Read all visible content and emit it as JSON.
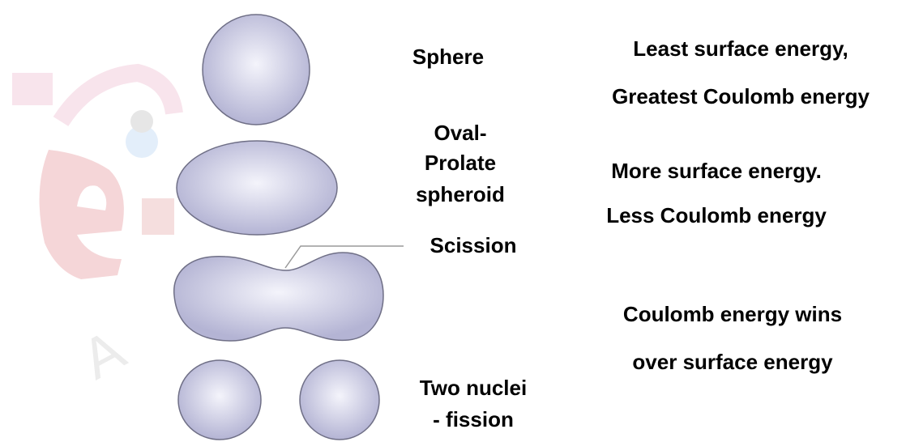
{
  "watermark": {
    "logo_letter": "e",
    "partial_text": "A"
  },
  "stages": [
    {
      "shape": "sphere",
      "label_lines": [
        "Sphere"
      ]
    },
    {
      "shape": "oval",
      "label_lines": [
        "Oval-",
        "Prolate",
        "spheroid"
      ]
    },
    {
      "shape": "neck",
      "label_lines": [
        "Scission"
      ]
    },
    {
      "shape": "two-spheres",
      "label_lines": [
        "Two nuclei",
        "- fission"
      ]
    }
  ],
  "energy_notes": [
    "Least surface energy,",
    "Greatest Coulomb energy",
    "More surface energy.",
    "Less Coulomb energy",
    "Coulomb energy wins",
    "over surface energy"
  ],
  "colors": {
    "shape_fill_center": "#f4f4fb",
    "shape_fill_edge": "#b4b4d4",
    "shape_stroke": "#6f6f86",
    "scission_line": "#9a9a9a",
    "watermark_red": "#f5d6d8",
    "watermark_pink": "#f8e4ec",
    "watermark_blue": "#e3eefa",
    "watermark_grey": "#e6e6e6"
  }
}
